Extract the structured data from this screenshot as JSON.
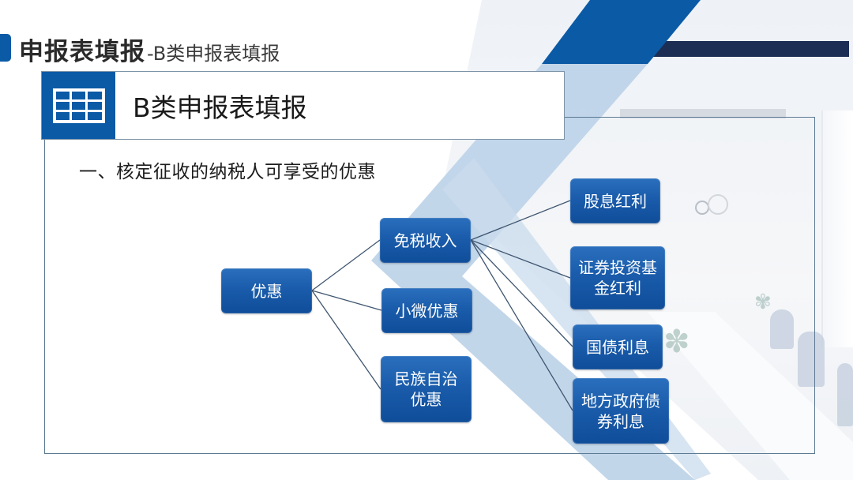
{
  "page": {
    "title_main": "申报表填报",
    "title_sub": "-B类申报表填报"
  },
  "header": {
    "icon": "table-grid-icon",
    "title": "B类申报表填报"
  },
  "section": {
    "subtitle": "一、核定征收的纳税人可享受的优惠"
  },
  "diagram": {
    "root": {
      "label": "优惠"
    },
    "level1": [
      {
        "label": "免税收入"
      },
      {
        "label": "小微优惠"
      },
      {
        "label": "民族自治优惠"
      }
    ],
    "level2_parent": "免税收入",
    "level2": [
      {
        "label": "股息红利"
      },
      {
        "label": "证券投资基金红利"
      },
      {
        "label": "国债利息"
      },
      {
        "label": "地方政府债券利息"
      }
    ]
  },
  "colors": {
    "accent_blue": "#0b5aa6",
    "node_blue": "#1a5cab",
    "light_stripe": "#bdd3e8",
    "frame_border": "#5c7a93",
    "connector": "#3f5670"
  }
}
